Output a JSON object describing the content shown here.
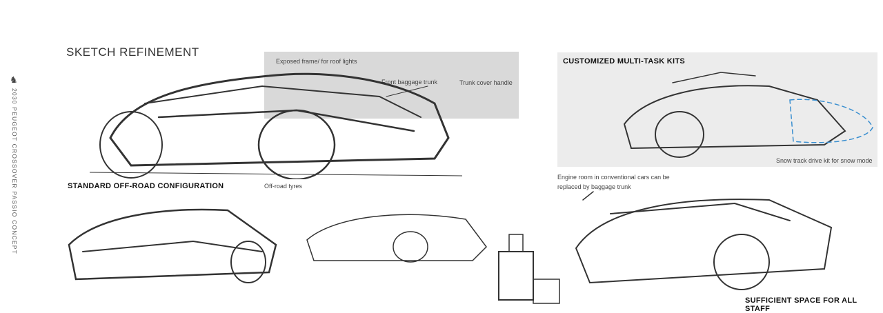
{
  "title": "SKETCH REFINEMENT",
  "side_label": "2030 PEUGEOT CROSSOVER PASSIO CONCEPT",
  "brand_icon": "peugeot-lion-icon",
  "sections": {
    "standard": "STANDARD OFF-ROAD CONFIGURATION",
    "kits": "CUSTOMIZED MULTI-TASK KITS",
    "space": "SUFFICIENT SPACE FOR ALL STAFF"
  },
  "annotations": {
    "exposed_frame": "Exposed frame/ for roof lights",
    "front_trunk": "Front baggage trunk",
    "trunk_handle": "Trunk cover handle",
    "tyres": "Off-road tyres",
    "snow_kit": "Snow track drive kit for snow mode",
    "engine_room": "Engine room in conventional cars can be replaced by baggage trunk"
  },
  "colors": {
    "panel": "#d9d9d9",
    "kit_panel": "#ececec",
    "snow_dash": "#3a8fd0"
  }
}
